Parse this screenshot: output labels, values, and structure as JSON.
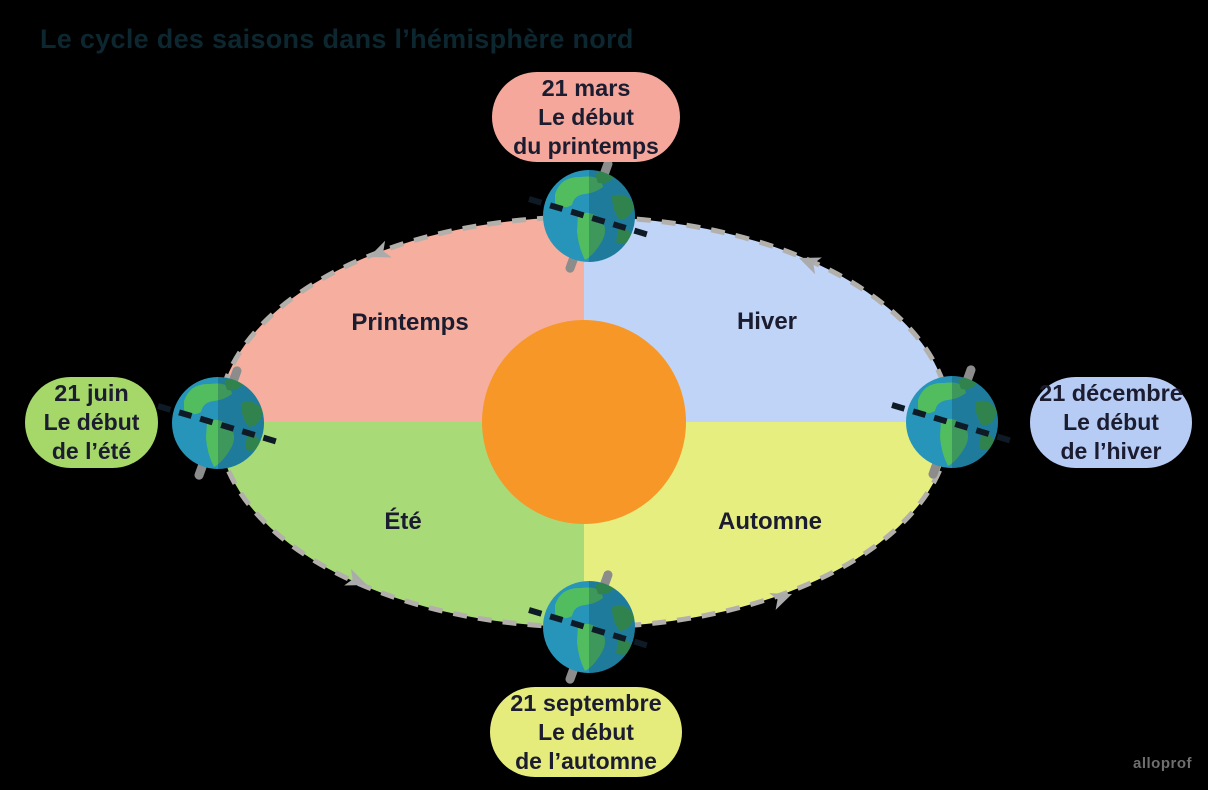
{
  "title": "Le cycle des saisons dans l’hémisphère nord",
  "watermark": "alloprof",
  "quadrant_labels": {
    "spring": "Printemps",
    "winter": "Hiver",
    "summer": "Été",
    "autumn": "Automne"
  },
  "bubbles": {
    "top": {
      "date": "21 mars",
      "line1": "Le début",
      "line2": "du printemps"
    },
    "left": {
      "date": "21 juin",
      "line1": "Le début",
      "line2": "de l’été"
    },
    "right": {
      "date": "21 décembre",
      "line1": "Le début",
      "line2": "de l’hiver"
    },
    "bottom": {
      "date": "21 septembre",
      "line1": "Le début",
      "line2": "de l’automne"
    }
  },
  "colors": {
    "background": "#000000",
    "title_text": "#0C2730",
    "text_dark": "#1C1C30",
    "sun": "#F79727",
    "orbit_dash": "#B3B0AC",
    "arrow": "#ABABAB",
    "watermark_text": "#6E6E6E",
    "quadrants": {
      "spring": "#F6AF9E",
      "winter": "#BFD4F7",
      "summer": "#A8DA78",
      "autumn": "#E7EE80"
    },
    "bubble_fills": {
      "spring": "#F4A79A",
      "summer": "#A5D869",
      "winter": "#B7CCF4",
      "autumn": "#E5EC7B"
    },
    "earth": {
      "ocean": "#2795B9",
      "ocean_dark": "#1A6A8F",
      "land": "#52BD5F",
      "land_dark": "#3FA04C",
      "shade_overlay": "#0A3A52",
      "axis_rod": "#8C8C8C",
      "equator_line": "#0E1B26"
    }
  }
}
